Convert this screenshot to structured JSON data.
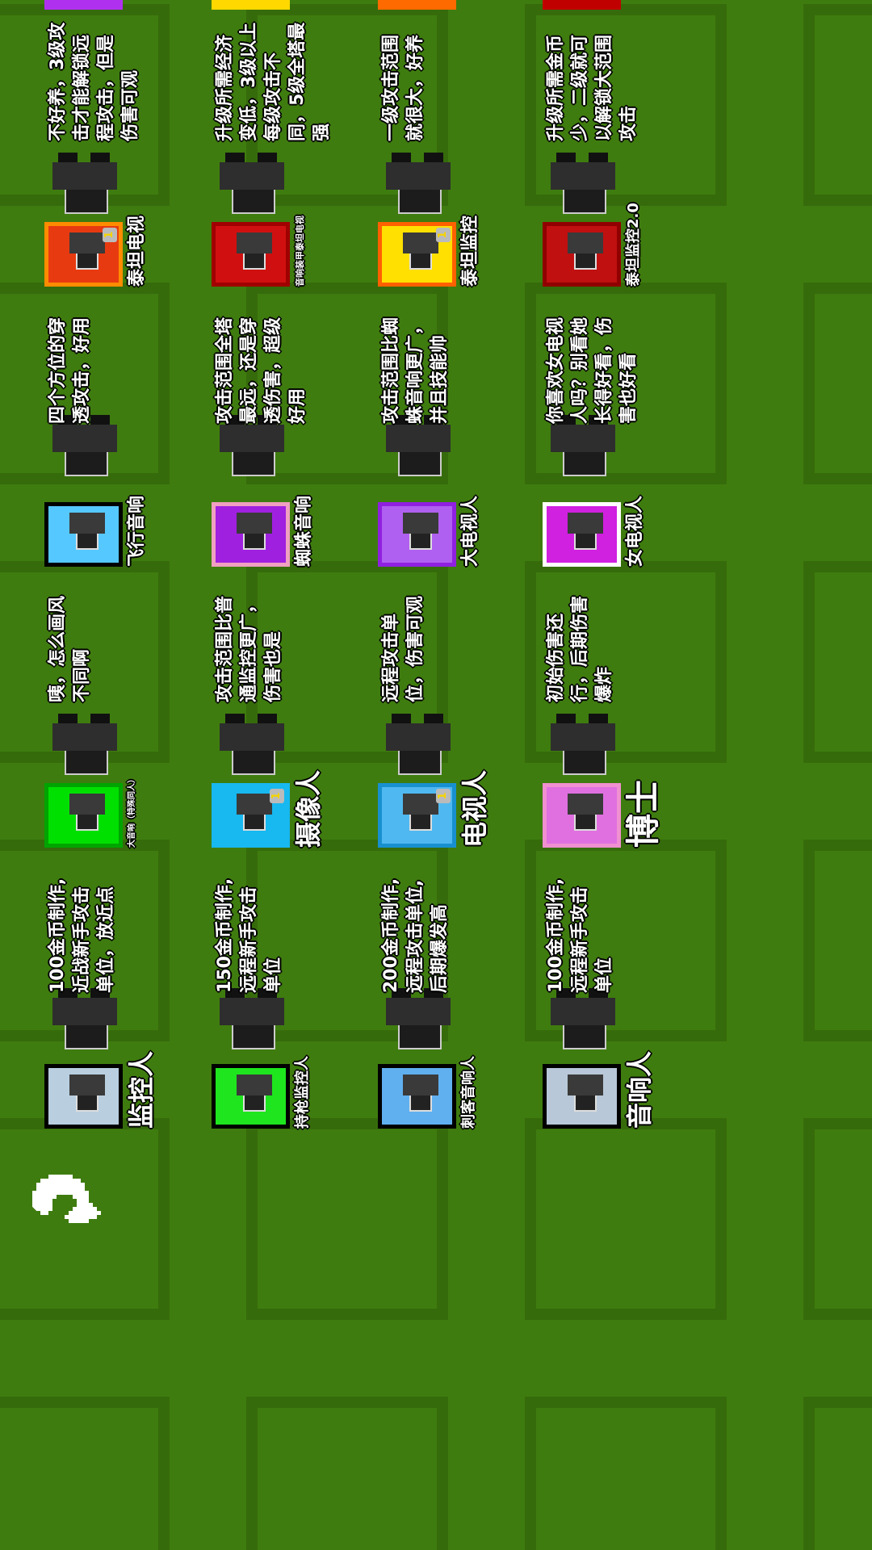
{
  "back_button": {
    "icon": "back-arrow-icon"
  },
  "rows": [
    [
      {
        "label": "监控人",
        "desc": "100金币制作,近战新手攻击单位，放近点",
        "bg": "#b9cfe0",
        "border": "#000000",
        "label_size": 32
      },
      {
        "label": "大音响（特殊同人）",
        "desc": "咦，怎么画风不同啊",
        "bg": "#00e000",
        "border": "#00a400",
        "label_size": 10
      },
      {
        "label": "飞行音响",
        "desc": "四个方位的穿透攻击，好用",
        "bg": "#55c8ff",
        "border": "#000000",
        "label_size": 22
      },
      {
        "label": "泰坦电视",
        "desc": "不好养，3级攻击才能解锁远程攻击，但是伤害可观",
        "bg": "#e83a10",
        "border": "#ff8c00",
        "label_size": 22,
        "badge": "1"
      }
    ],
    [
      {
        "label": "持枪监控人",
        "desc": "150金币制作,远程新手攻击单位",
        "bg": "#1ee51e",
        "border": "#000000",
        "label_size": 18
      },
      {
        "label": "摄像人",
        "desc": "攻击范围比普通监控更广，伤害也是",
        "bg": "#18b8f0",
        "border": "#18b8f0",
        "label_size": 32,
        "badge": "1"
      },
      {
        "label": "蜘蛛音响",
        "desc": "攻击范围全塔最远，还是穿透伤害，超级好用",
        "bg": "#a020e0",
        "border": "#f0a0c0",
        "label_size": 22
      },
      {
        "label": "音响装甲泰坦电视",
        "desc": "升级所需经济变低，3级以上每级攻击不同，5级全塔最强",
        "bg": "#d01010",
        "border": "#a00000",
        "label_size": 11
      }
    ],
    [
      {
        "label": "刺客音响人",
        "desc": "200金币制作,远程攻击单位,后期爆发高",
        "bg": "#60b0f0",
        "border": "#000000",
        "label_size": 18
      },
      {
        "label": "电视人",
        "desc": "远程攻击单位，伤害可观",
        "bg": "#50b8f0",
        "border": "#1890d0",
        "label_size": 32,
        "badge": "1"
      },
      {
        "label": "大电视人",
        "desc": "攻击范围比蜘蛛音响更广，并且技能帅",
        "bg": "#b060f0",
        "border": "#9020e0",
        "label_size": 22
      },
      {
        "label": "泰坦监控",
        "desc": "一级攻击范围就很大，好养",
        "bg": "#ffe000",
        "border": "#ff6000",
        "label_size": 22,
        "badge": "1"
      }
    ],
    [
      {
        "label": "音响人",
        "desc": "100金币制作,远程新手攻击单位",
        "bg": "#b8c8d8",
        "border": "#000000",
        "label_size": 32
      },
      {
        "label": "博士",
        "desc": "初始伤害还行，后期伤害爆炸",
        "bg": "#e070e0",
        "border": "#f090d0",
        "label_size": 42
      },
      {
        "label": "女电视人",
        "desc": "你喜欢女电视人吗？别看她长得好看，伤害也好看",
        "bg": "#d020e0",
        "border": "#ffffff",
        "label_size": 22
      },
      {
        "label": "泰坦监控2.0",
        "desc": "升级所需金币少，二级就可以解锁大范围攻击",
        "bg": "#c01010",
        "border": "#900000",
        "label_size": 18
      }
    ]
  ],
  "partial_colors": [
    "#b030f0",
    "#ffd800",
    "#ff6a00",
    "#c00000"
  ]
}
